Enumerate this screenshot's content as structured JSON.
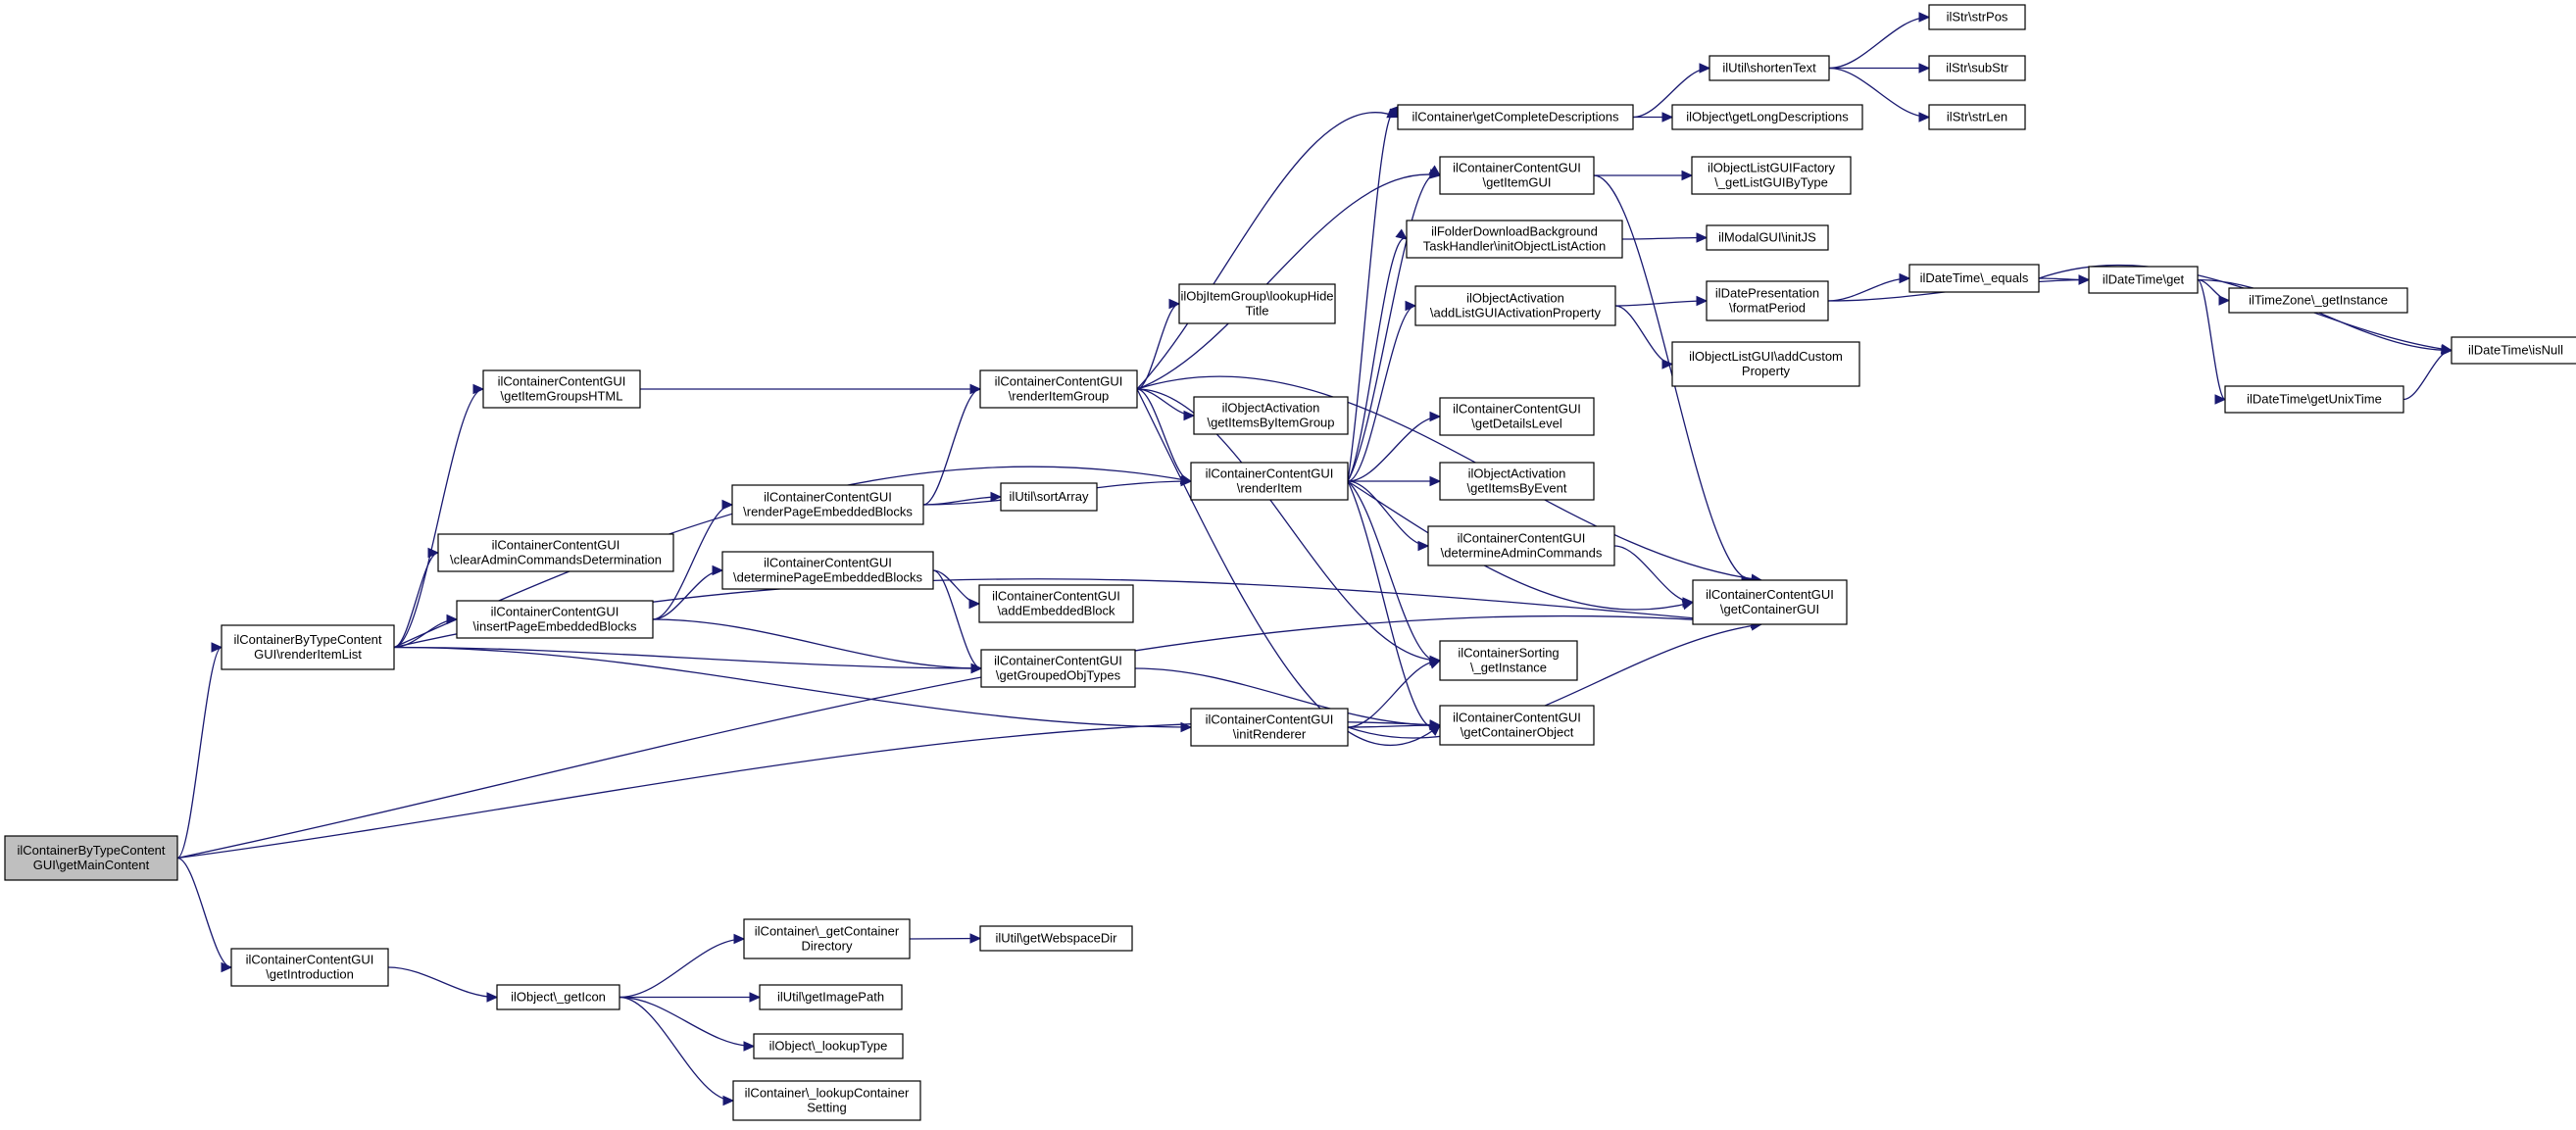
{
  "graph": {
    "type": "call-graph",
    "nodes": [
      {
        "id": "root",
        "lines": [
          "ilContainerByTypeContent",
          "GUI\\getMainContent"
        ],
        "highlighted": true
      },
      {
        "id": "renderItemList",
        "lines": [
          "ilContainerByTypeContent",
          "GUI\\renderItemList"
        ]
      },
      {
        "id": "getIntroduction",
        "lines": [
          "ilContainerContentGUI",
          "\\getIntroduction"
        ]
      },
      {
        "id": "getItemGroupsHTML",
        "lines": [
          "ilContainerContentGUI",
          "\\getItemGroupsHTML"
        ]
      },
      {
        "id": "clearAdminCommands",
        "lines": [
          "ilContainerContentGUI",
          "\\clearAdminCommandsDetermination"
        ]
      },
      {
        "id": "insertPageEmbedded",
        "lines": [
          "ilContainerContentGUI",
          "\\insertPageEmbeddedBlocks"
        ]
      },
      {
        "id": "renderPageEmbedded",
        "lines": [
          "ilContainerContentGUI",
          "\\renderPageEmbeddedBlocks"
        ]
      },
      {
        "id": "determinePageEmbedded",
        "lines": [
          "ilContainerContentGUI",
          "\\determinePageEmbeddedBlocks"
        ]
      },
      {
        "id": "sortArray",
        "lines": [
          "ilUtil\\sortArray"
        ]
      },
      {
        "id": "addEmbeddedBlock",
        "lines": [
          "ilContainerContentGUI",
          "\\addEmbeddedBlock"
        ]
      },
      {
        "id": "getGroupedObjTypes",
        "lines": [
          "ilContainerContentGUI",
          "\\getGroupedObjTypes"
        ]
      },
      {
        "id": "renderItemGroup",
        "lines": [
          "ilContainerContentGUI",
          "\\renderItemGroup"
        ]
      },
      {
        "id": "renderItem",
        "lines": [
          "ilContainerContentGUI",
          "\\renderItem"
        ]
      },
      {
        "id": "initRenderer",
        "lines": [
          "ilContainerContentGUI",
          "\\initRenderer"
        ]
      },
      {
        "id": "lookupHideTitle",
        "lines": [
          "ilObjItemGroup\\lookupHide",
          "Title"
        ]
      },
      {
        "id": "getItemsByItemGroup",
        "lines": [
          "ilObjectActivation",
          "\\getItemsByItemGroup"
        ]
      },
      {
        "id": "getCompleteDescriptions",
        "lines": [
          "ilContainer\\getCompleteDescriptions"
        ]
      },
      {
        "id": "getItemGUI",
        "lines": [
          "ilContainerContentGUI",
          "\\getItemGUI"
        ]
      },
      {
        "id": "initObjectListAction",
        "lines": [
          "ilFolderDownloadBackground",
          "TaskHandler\\initObjectListAction"
        ]
      },
      {
        "id": "addListGUIActivationProperty",
        "lines": [
          "ilObjectActivation",
          "\\addListGUIActivationProperty"
        ]
      },
      {
        "id": "getDetailsLevel",
        "lines": [
          "ilContainerContentGUI",
          "\\getDetailsLevel"
        ]
      },
      {
        "id": "getItemsByEvent",
        "lines": [
          "ilObjectActivation",
          "\\getItemsByEvent"
        ]
      },
      {
        "id": "determineAdminCommands",
        "lines": [
          "ilContainerContentGUI",
          "\\determineAdminCommands"
        ]
      },
      {
        "id": "sortingGetInstance",
        "lines": [
          "ilContainerSorting",
          "\\_getInstance"
        ]
      },
      {
        "id": "getContainerObject",
        "lines": [
          "ilContainerContentGUI",
          "\\getContainerObject"
        ]
      },
      {
        "id": "getContainerGUI",
        "lines": [
          "ilContainerContentGUI",
          "\\getContainerGUI"
        ]
      },
      {
        "id": "shortenText",
        "lines": [
          "ilUtil\\shortenText"
        ]
      },
      {
        "id": "getLongDescriptions",
        "lines": [
          "ilObject\\getLongDescriptions"
        ]
      },
      {
        "id": "getListGUIByType",
        "lines": [
          "ilObjectListGUIFactory",
          "\\_getListGUIByType"
        ]
      },
      {
        "id": "initJS",
        "lines": [
          "ilModalGUI\\initJS"
        ]
      },
      {
        "id": "formatPeriod",
        "lines": [
          "ilDatePresentation",
          "\\formatPeriod"
        ]
      },
      {
        "id": "addCustomProperty",
        "lines": [
          "ilObjectListGUI\\addCustom",
          "Property"
        ]
      },
      {
        "id": "strPos",
        "lines": [
          "ilStr\\strPos"
        ]
      },
      {
        "id": "subStr",
        "lines": [
          "ilStr\\subStr"
        ]
      },
      {
        "id": "strLen",
        "lines": [
          "ilStr\\strLen"
        ]
      },
      {
        "id": "dtEquals",
        "lines": [
          "ilDateTime\\_equals"
        ]
      },
      {
        "id": "dtGet",
        "lines": [
          "ilDateTime\\get"
        ]
      },
      {
        "id": "tzGetInstance",
        "lines": [
          "ilTimeZone\\_getInstance"
        ]
      },
      {
        "id": "getUnixTime",
        "lines": [
          "ilDateTime\\getUnixTime"
        ]
      },
      {
        "id": "isNull",
        "lines": [
          "ilDateTime\\isNull"
        ]
      },
      {
        "id": "objGetIcon",
        "lines": [
          "ilObject\\_getIcon"
        ]
      },
      {
        "id": "getContainerDirectory",
        "lines": [
          "ilContainer\\_getContainer",
          "Directory"
        ]
      },
      {
        "id": "getWebspaceDir",
        "lines": [
          "ilUtil\\getWebspaceDir"
        ]
      },
      {
        "id": "getImagePath",
        "lines": [
          "ilUtil\\getImagePath"
        ]
      },
      {
        "id": "lookupType",
        "lines": [
          "ilObject\\_lookupType"
        ]
      },
      {
        "id": "lookupContainerSetting",
        "lines": [
          "ilContainer\\_lookupContainer",
          "Setting"
        ]
      }
    ],
    "edges": [
      [
        "root",
        "renderItemList"
      ],
      [
        "root",
        "getIntroduction"
      ],
      [
        "root",
        "getContainerObject"
      ],
      [
        "root",
        "getContainerGUI"
      ],
      [
        "renderItemList",
        "getItemGroupsHTML"
      ],
      [
        "renderItemList",
        "clearAdminCommands"
      ],
      [
        "renderItemList",
        "insertPageEmbedded"
      ],
      [
        "renderItemList",
        "renderItem"
      ],
      [
        "renderItemList",
        "getGroupedObjTypes"
      ],
      [
        "renderItemList",
        "initRenderer"
      ],
      [
        "renderItemList",
        "getContainerGUI"
      ],
      [
        "getItemGroupsHTML",
        "renderItemGroup"
      ],
      [
        "insertPageEmbedded",
        "renderPageEmbedded"
      ],
      [
        "insertPageEmbedded",
        "determinePageEmbedded"
      ],
      [
        "insertPageEmbedded",
        "getGroupedObjTypes"
      ],
      [
        "renderPageEmbedded",
        "renderItemGroup"
      ],
      [
        "renderPageEmbedded",
        "sortArray"
      ],
      [
        "renderPageEmbedded",
        "renderItem"
      ],
      [
        "determinePageEmbedded",
        "addEmbeddedBlock"
      ],
      [
        "determinePageEmbedded",
        "getGroupedObjTypes"
      ],
      [
        "getGroupedObjTypes",
        "getContainerObject"
      ],
      [
        "renderItemGroup",
        "getCompleteDescriptions"
      ],
      [
        "renderItemGroup",
        "getItemGUI"
      ],
      [
        "renderItemGroup",
        "lookupHideTitle"
      ],
      [
        "renderItemGroup",
        "getItemsByItemGroup"
      ],
      [
        "renderItemGroup",
        "renderItem"
      ],
      [
        "renderItemGroup",
        "getContainerGUI"
      ],
      [
        "renderItemGroup",
        "sortingGetInstance"
      ],
      [
        "renderItemGroup",
        "getContainerObject"
      ],
      [
        "renderItem",
        "getCompleteDescriptions"
      ],
      [
        "renderItem",
        "getItemGUI"
      ],
      [
        "renderItem",
        "initObjectListAction"
      ],
      [
        "renderItem",
        "addListGUIActivationProperty"
      ],
      [
        "renderItem",
        "getDetailsLevel"
      ],
      [
        "renderItem",
        "getItemsByEvent"
      ],
      [
        "renderItem",
        "determineAdminCommands"
      ],
      [
        "renderItem",
        "sortingGetInstance"
      ],
      [
        "renderItem",
        "getContainerObject"
      ],
      [
        "renderItem",
        "getContainerGUI"
      ],
      [
        "initRenderer",
        "sortingGetInstance"
      ],
      [
        "initRenderer",
        "getContainerObject"
      ],
      [
        "initRenderer",
        "getContainerGUI"
      ],
      [
        "getCompleteDescriptions",
        "shortenText"
      ],
      [
        "getCompleteDescriptions",
        "getLongDescriptions"
      ],
      [
        "getItemGUI",
        "getListGUIByType"
      ],
      [
        "getItemGUI",
        "getContainerGUI"
      ],
      [
        "initObjectListAction",
        "initJS"
      ],
      [
        "addListGUIActivationProperty",
        "formatPeriod"
      ],
      [
        "addListGUIActivationProperty",
        "addCustomProperty"
      ],
      [
        "determineAdminCommands",
        "getContainerGUI"
      ],
      [
        "shortenText",
        "strPos"
      ],
      [
        "shortenText",
        "subStr"
      ],
      [
        "shortenText",
        "strLen"
      ],
      [
        "formatPeriod",
        "dtEquals"
      ],
      [
        "formatPeriod",
        "dtGet"
      ],
      [
        "dtEquals",
        "dtGet"
      ],
      [
        "dtEquals",
        "isNull"
      ],
      [
        "dtGet",
        "tzGetInstance"
      ],
      [
        "dtGet",
        "isNull"
      ],
      [
        "dtGet",
        "getUnixTime"
      ],
      [
        "getUnixTime",
        "isNull"
      ],
      [
        "getIntroduction",
        "objGetIcon"
      ],
      [
        "objGetIcon",
        "getContainerDirectory"
      ],
      [
        "objGetIcon",
        "getImagePath"
      ],
      [
        "objGetIcon",
        "lookupType"
      ],
      [
        "objGetIcon",
        "lookupContainerSetting"
      ],
      [
        "getContainerDirectory",
        "getWebspaceDir"
      ]
    ],
    "colors": {
      "edge": "#191970",
      "root_fill": "#bfbfbf",
      "node_border": "#000000"
    }
  }
}
